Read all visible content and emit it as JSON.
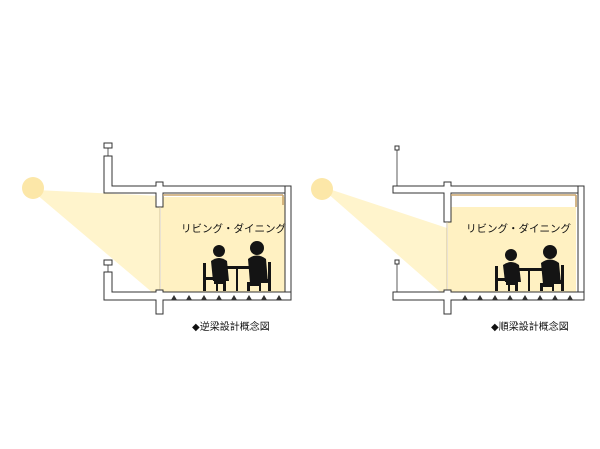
{
  "colors": {
    "sun": "#FCE7A8",
    "light_beam": "#FFF4CC",
    "room_light": "#FFF1C2",
    "beam_trim": "#C9A46A",
    "silhouette": "#141414",
    "structure_line": "#333333"
  },
  "diagrams": [
    {
      "room_label": "リビング・ダイニング",
      "caption": "◆逆梁設計概念図"
    },
    {
      "room_label": "リビング・ダイニング",
      "caption": "◆順梁設計概念図"
    }
  ]
}
